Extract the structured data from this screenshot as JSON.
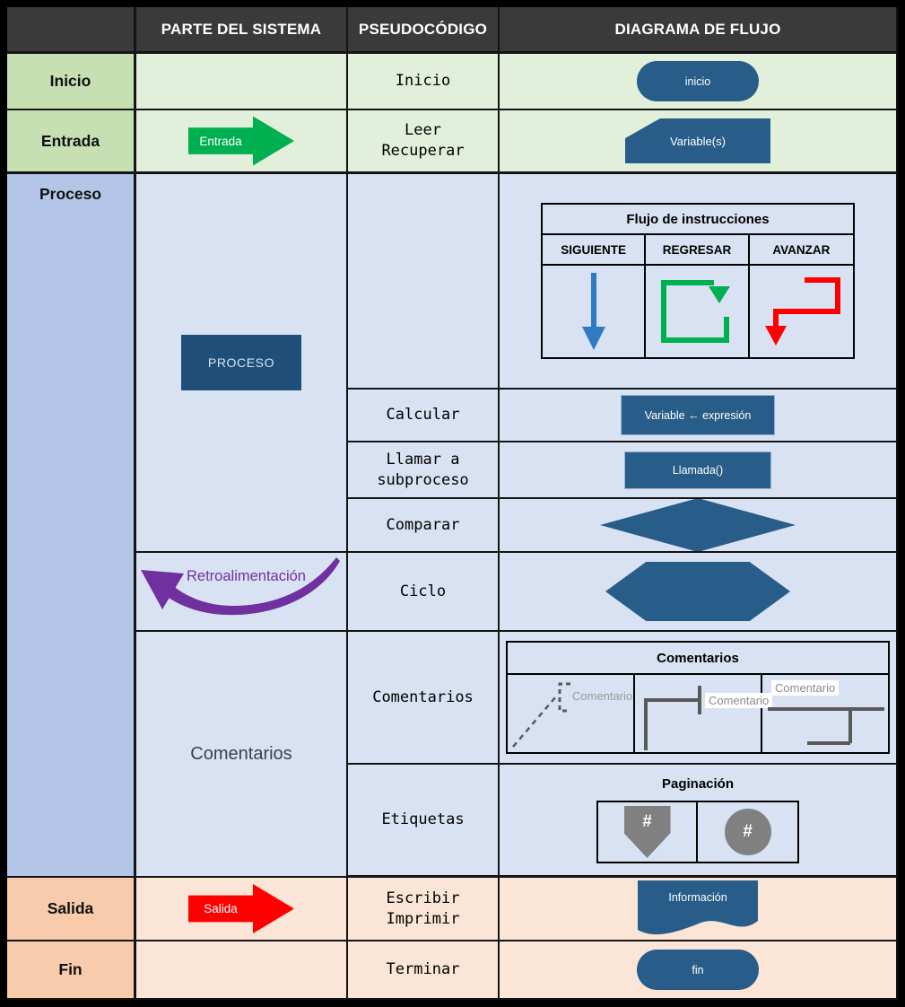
{
  "header": {
    "parte_del_sistema": "PARTE DEL SISTEMA",
    "pseudocodigo": "PSEUDOCÓDIGO",
    "diagrama_de_flujo": "DIAGRAMA DE FLUJO"
  },
  "inicio": {
    "label": "Inicio",
    "pseudo": "Inicio",
    "shape_label": "inicio"
  },
  "entrada": {
    "label": "Entrada",
    "arrow_label": "Entrada",
    "pseudo_line1": "Leer",
    "pseudo_line2": "Recuperar",
    "shape_label": "Variable(s)"
  },
  "proceso": {
    "label": "Proceso",
    "proceso_box_label": "PROCESO",
    "comentarios_group_label": "Comentarios",
    "feedback_label": "Retroalimentación",
    "flujo": {
      "title": "Flujo de instrucciones",
      "cols": [
        "SIGUIENTE",
        "REGRESAR",
        "AVANZAR"
      ]
    },
    "calcular": {
      "pseudo": "Calcular",
      "shape_label": "Variable ← expresión"
    },
    "llamar": {
      "pseudo_line1": "Llamar a",
      "pseudo_line2": "subproceso",
      "shape_label": "Llamada()"
    },
    "comparar": {
      "pseudo": "Comparar"
    },
    "ciclo": {
      "pseudo": "Ciclo"
    },
    "comentarios": {
      "pseudo": "Comentarios",
      "title": "Comentarios",
      "labels": [
        "Comentario",
        "Comentario",
        "Comentario"
      ]
    },
    "etiquetas": {
      "pseudo": "Etiquetas",
      "title": "Paginación",
      "offpage_symbol": "#",
      "onpage_symbol": "#"
    }
  },
  "salida": {
    "label": "Salida",
    "arrow_label": "Salida",
    "pseudo_line1": "Escribir",
    "pseudo_line2": "Imprimir",
    "shape_label": "Información"
  },
  "fin": {
    "label": "Fin",
    "pseudo": "Terminar",
    "shape_label": "fin"
  },
  "colors": {
    "header_bg": "#3a3a3a",
    "inicio_entrada_label_bg": "#c6e0b4",
    "inicio_entrada_row_bg": "#e2efda",
    "proceso_label_bg": "#b4c6e7",
    "proceso_row_bg": "#d9e2f3",
    "salida_fin_label_bg": "#f8cbad",
    "salida_fin_row_bg": "#fbe5d6",
    "shape_blue": "#275d88",
    "proceso_box_blue": "#1f4e79",
    "arrow_green": "#00b050",
    "arrow_red": "#ff0000",
    "feedback_purple": "#7030a0",
    "flow_blue": "#2f7bc3",
    "comment_gray": "#595959",
    "connector_gray": "#808080"
  }
}
